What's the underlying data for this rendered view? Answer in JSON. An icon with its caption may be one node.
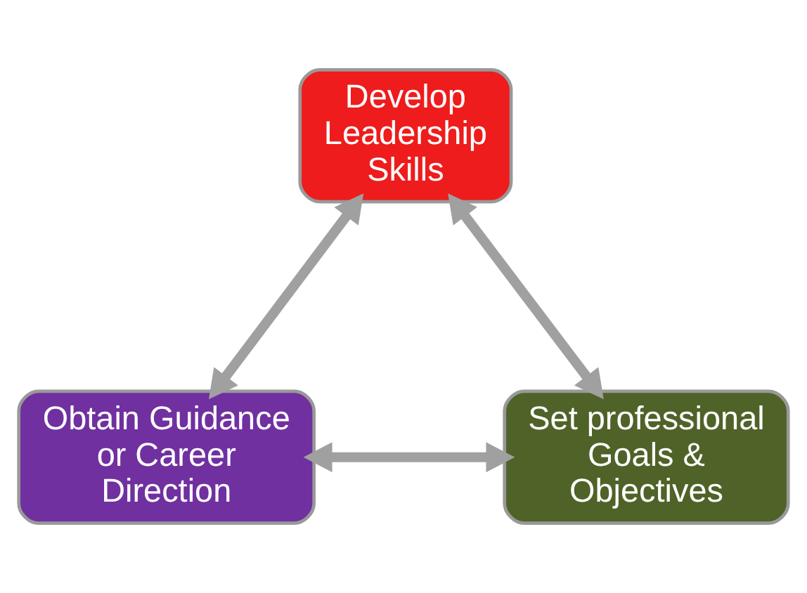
{
  "diagram": {
    "nodes": [
      {
        "text": [
          "Develop Leadership Skills"
        ]
      },
      {
        "text": [
          "Obtain Guidance or Career Direction"
        ]
      },
      {
        "text": [
          "Set professional Goals & Objectives"
        ]
      }
    ],
    "edges": [
      {
        "from": 0,
        "to": 1,
        "arrow": "both"
      },
      {
        "from": 0,
        "to": 2,
        "arrow": "both"
      },
      {
        "from": 1,
        "to": 2,
        "arrow": "both"
      }
    ]
  }
}
